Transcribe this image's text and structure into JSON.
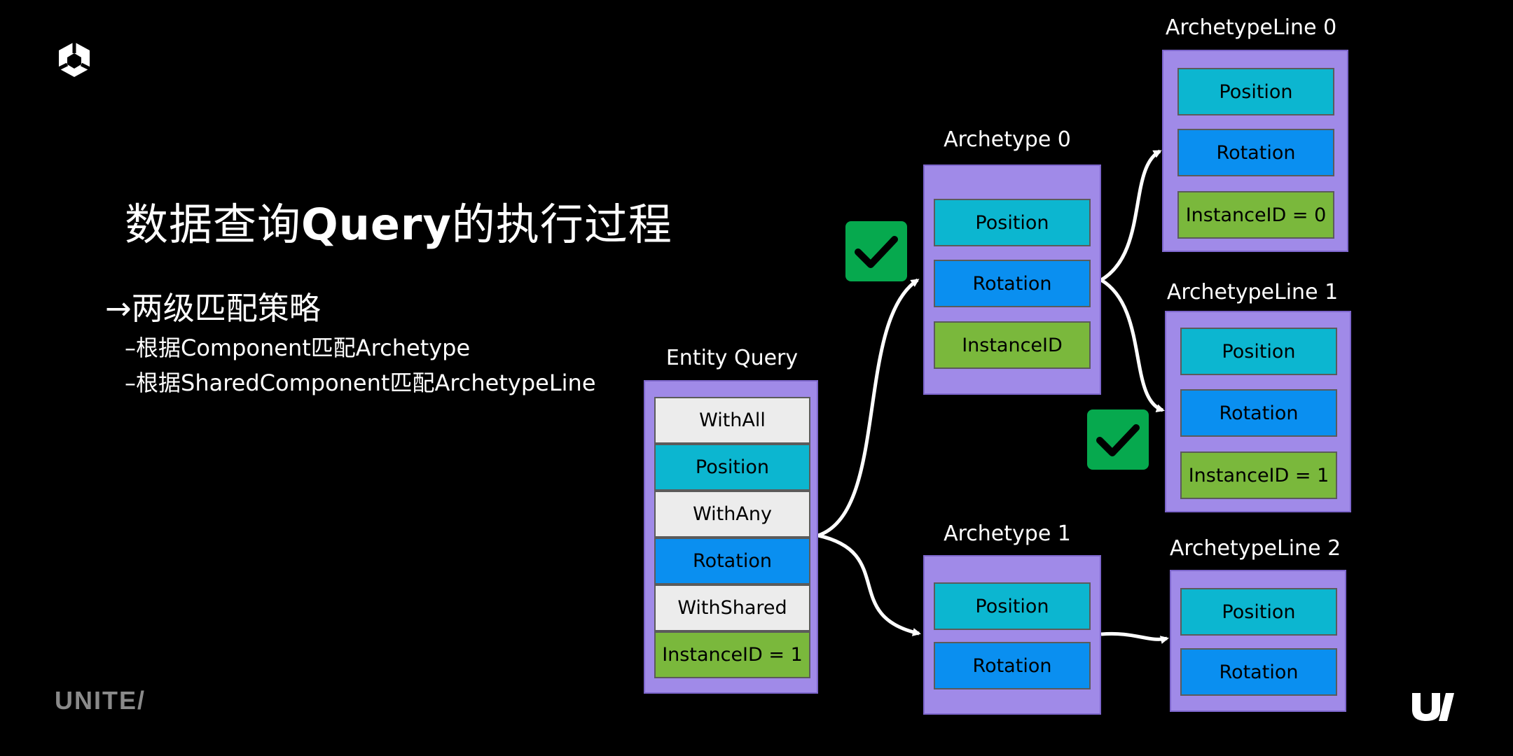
{
  "slide": {
    "title_prefix": "数据查询",
    "title_bold": "Query",
    "title_suffix": "的执行过程",
    "bullet_main": "→两级匹配策略",
    "bullet_sub": [
      "–根据Component匹配Archetype",
      "–根据SharedComponent匹配ArchetypeLine"
    ]
  },
  "entity_query": {
    "label": "Entity Query",
    "rows": [
      "WithAll",
      "Position",
      "WithAny",
      "Rotation",
      "WithShared",
      "InstanceID = 1"
    ]
  },
  "archetype0": {
    "label": "Archetype 0",
    "rows": [
      "Position",
      "Rotation",
      "InstanceID"
    ]
  },
  "archetype1": {
    "label": "Archetype 1",
    "rows": [
      "Position",
      "Rotation"
    ]
  },
  "line0": {
    "label": "ArchetypeLine 0",
    "rows": [
      "Position",
      "Rotation",
      "InstanceID = 0"
    ]
  },
  "line1": {
    "label": "ArchetypeLine 1",
    "rows": [
      "Position",
      "Rotation",
      "InstanceID = 1"
    ]
  },
  "line2": {
    "label": "ArchetypeLine 2",
    "rows": [
      "Position",
      "Rotation"
    ]
  },
  "branding": {
    "left_logo": "UNITE/"
  },
  "colors": {
    "panel": "#a08ae8",
    "position": "#0cb6d0",
    "rotation": "#0a8ff0",
    "instance_id": "#7ab83c",
    "check": "#06a94e"
  }
}
